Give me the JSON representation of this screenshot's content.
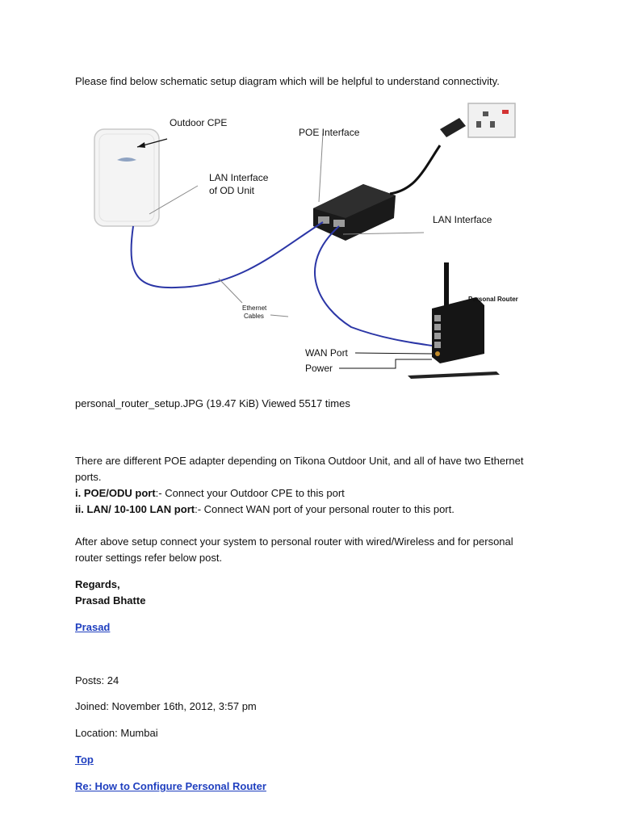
{
  "intro": "Please find below schematic setup diagram which will be helpful to understand connectivity.",
  "diagram": {
    "outdoor_cpe": "Outdoor CPE",
    "poe_interface": "POE Interface",
    "lan_od_line1": "LAN Interface",
    "lan_od_line2": "of OD Unit",
    "lan_interface": "LAN Interface",
    "ethernet_line1": "Ethernet",
    "ethernet_line2": "Cables",
    "personal_router": "Personal Router",
    "wan_port": "WAN Port",
    "power": "Power"
  },
  "attachment_caption": "personal_router_setup.JPG (19.47 KiB) Viewed 5517 times",
  "body": {
    "para1_line1": "There are different POE adapter depending on Tikona Outdoor Unit, and all of have two Ethernet",
    "para1_line2": "ports.",
    "item_i_label": "i. POE/ODU port",
    "item_i_text": ":- Connect your Outdoor CPE to this port",
    "item_ii_label": "ii. LAN/ 10-100 LAN port",
    "item_ii_text": ":- Connect WAN port of your personal router to this port.",
    "para2_line1": "After above setup connect your system to personal router with wired/Wireless and for personal",
    "para2_line2": "router settings refer below post."
  },
  "signature": {
    "regards": "Regards,",
    "name": "Prasad Bhatte",
    "profile_link": "Prasad"
  },
  "profile": {
    "posts": "Posts: 24",
    "joined": "Joined: November 16th, 2012, 3:57 pm",
    "location": "Location: Mumbai"
  },
  "links": {
    "top": "Top",
    "reply_title": "Re: How to Configure Personal Router"
  }
}
